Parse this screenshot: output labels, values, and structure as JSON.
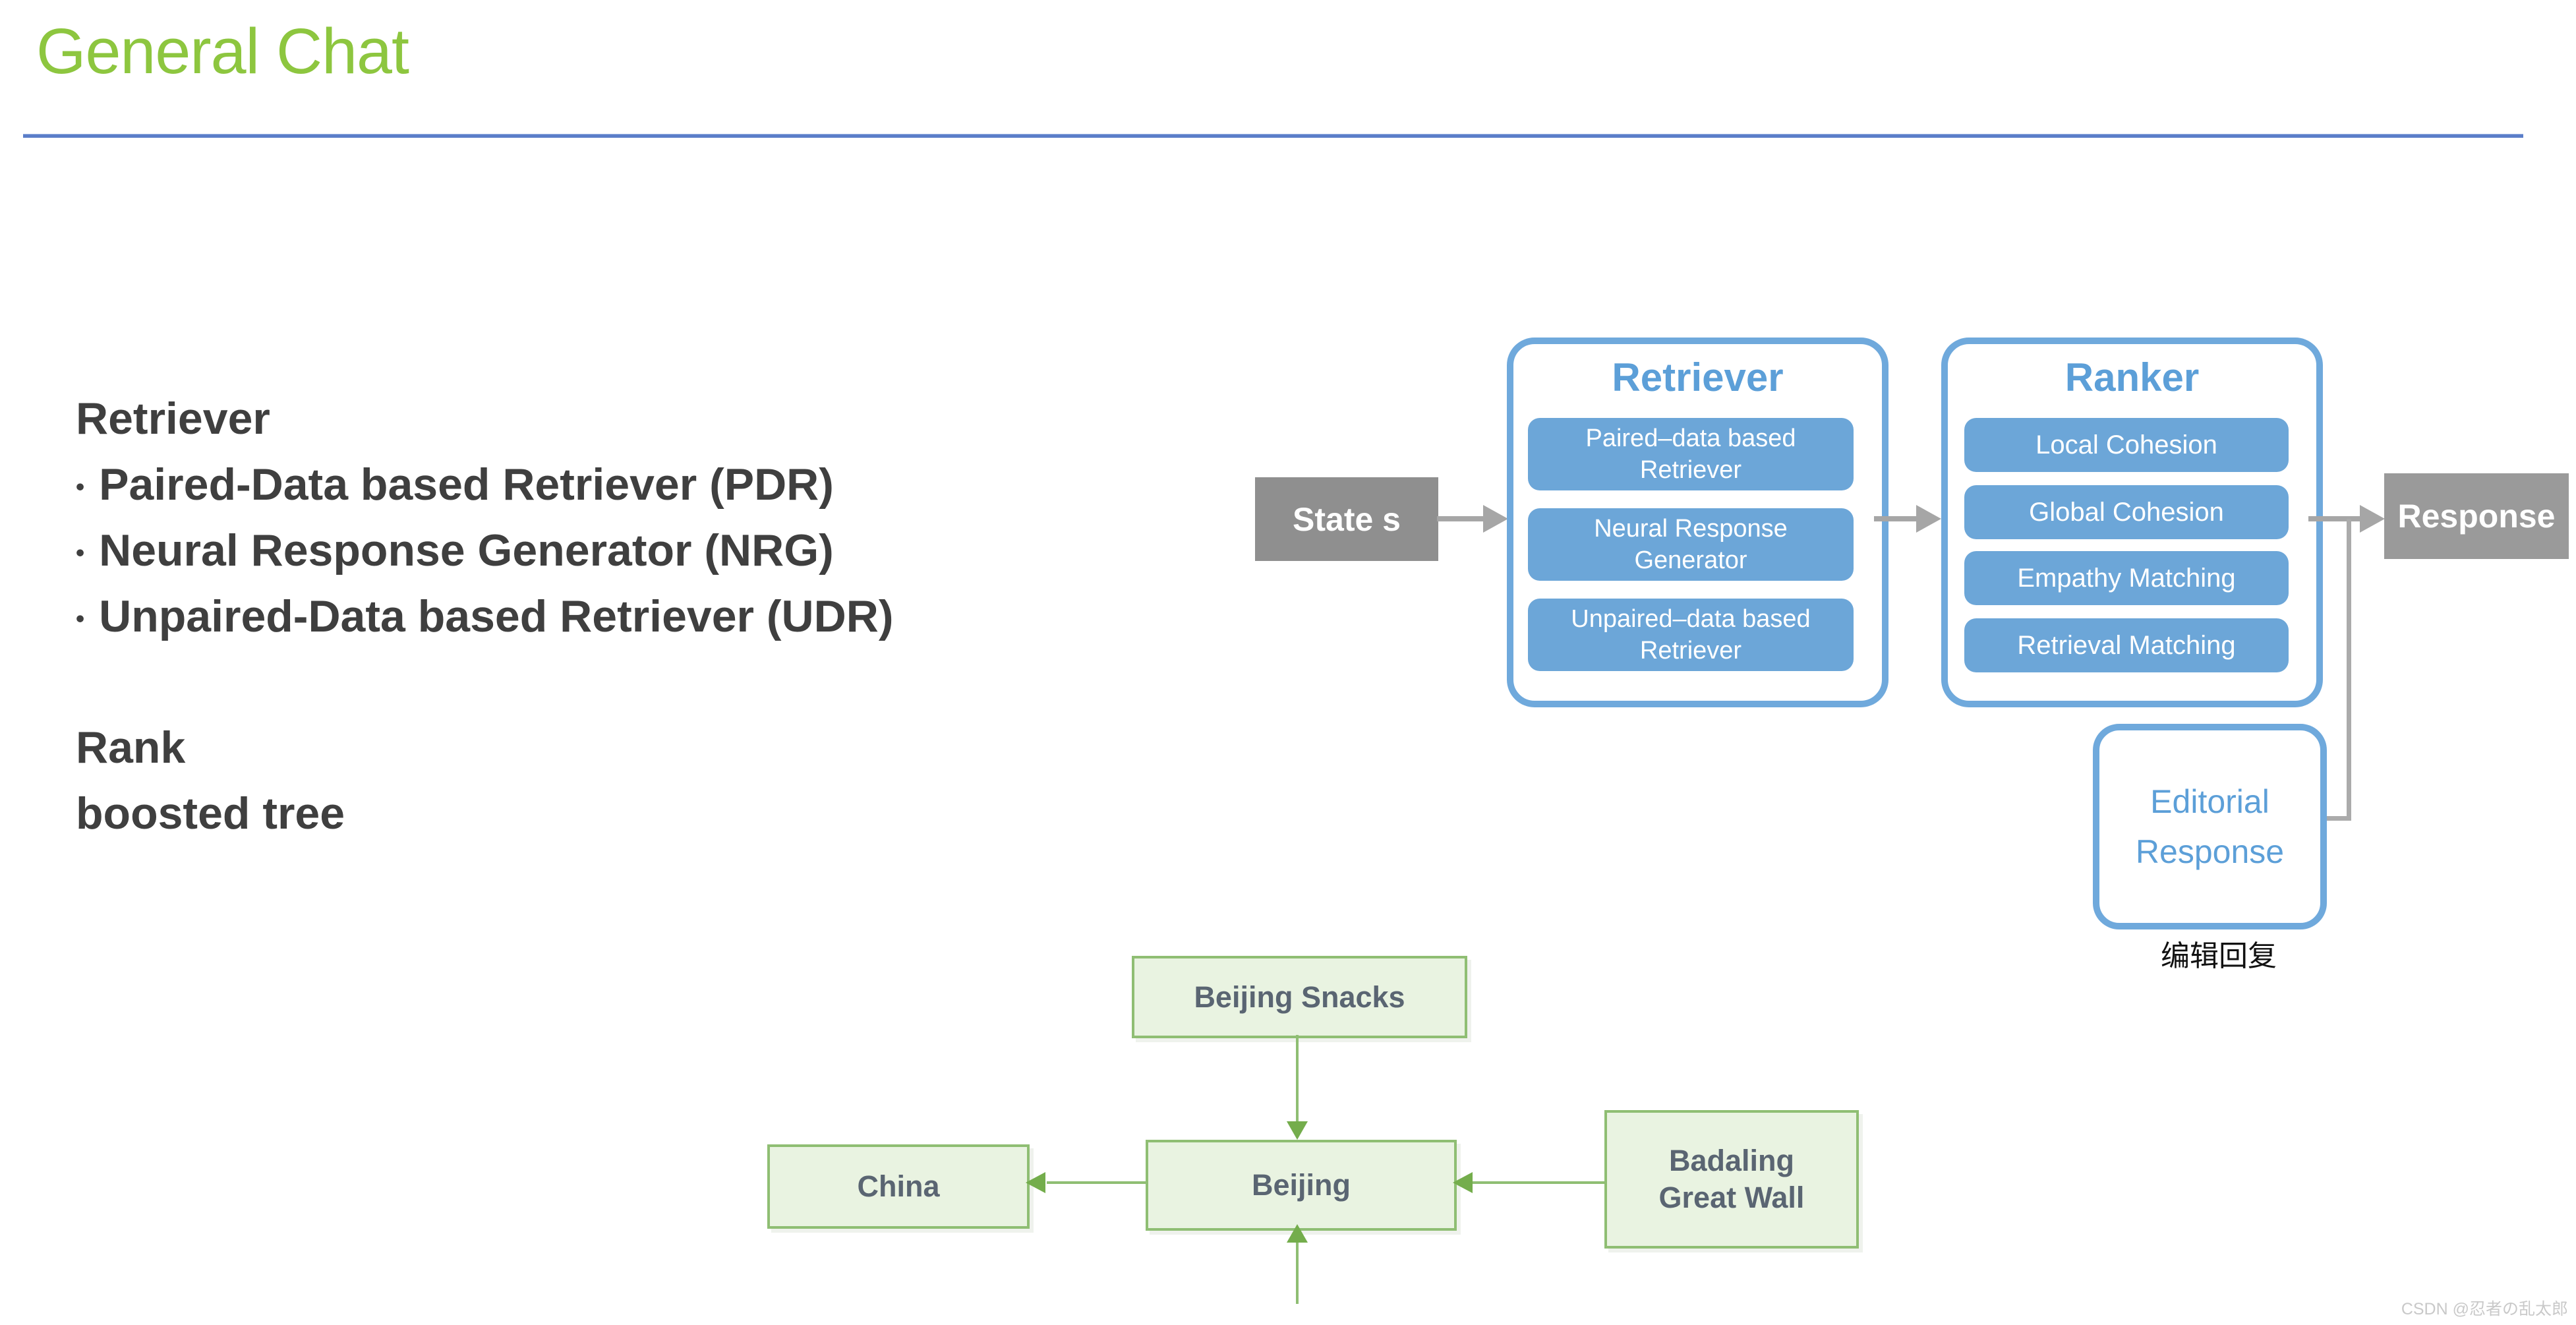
{
  "slide": {
    "title": "General Chat",
    "title_color": "#8DC63F",
    "divider_color": "#5B7EC9"
  },
  "notes": {
    "bullet": "•",
    "retriever_heading": "Retriever",
    "bullets": [
      "Paired-Data based Retriever (PDR)",
      "Neural Response Generator (NRG)",
      "Unpaired-Data based Retriever (UDR)"
    ],
    "rank_heading": "Rank",
    "rank_sub": "boosted tree"
  },
  "pipeline": {
    "input_label": "State s",
    "retriever": {
      "title": "Retriever",
      "modules": [
        "Paired–data based Retriever",
        "Neural Response Generator",
        "Unpaired–data based Retriever"
      ]
    },
    "ranker": {
      "title": "Ranker",
      "modules": [
        "Local Cohesion",
        "Global Cohesion",
        "Empathy Matching",
        "Retrieval Matching"
      ]
    },
    "output_label": "Response",
    "editorial": {
      "line1": "Editorial",
      "line2": "Response",
      "caption": "编辑回复"
    },
    "colors": {
      "module_fill": "#6CA6D8",
      "outline_blue": "#6FA9DC",
      "title_blue": "#5C9FD8",
      "gray_box": "#8F8F8F",
      "arrow_gray": "#A6A6A6"
    }
  },
  "knowledge_graph": {
    "nodes": {
      "snacks": "Beijing Snacks",
      "china": "China",
      "beijing": "Beijing",
      "wall_line1": "Badaling",
      "wall_line2": "Great Wall"
    },
    "colors": {
      "node_fill": "#E9F3E1",
      "node_border": "#8FBE73",
      "node_text": "#5A6572",
      "arrow_green": "#74AD4C"
    }
  },
  "watermark": "CSDN @忍者の乱太郎"
}
